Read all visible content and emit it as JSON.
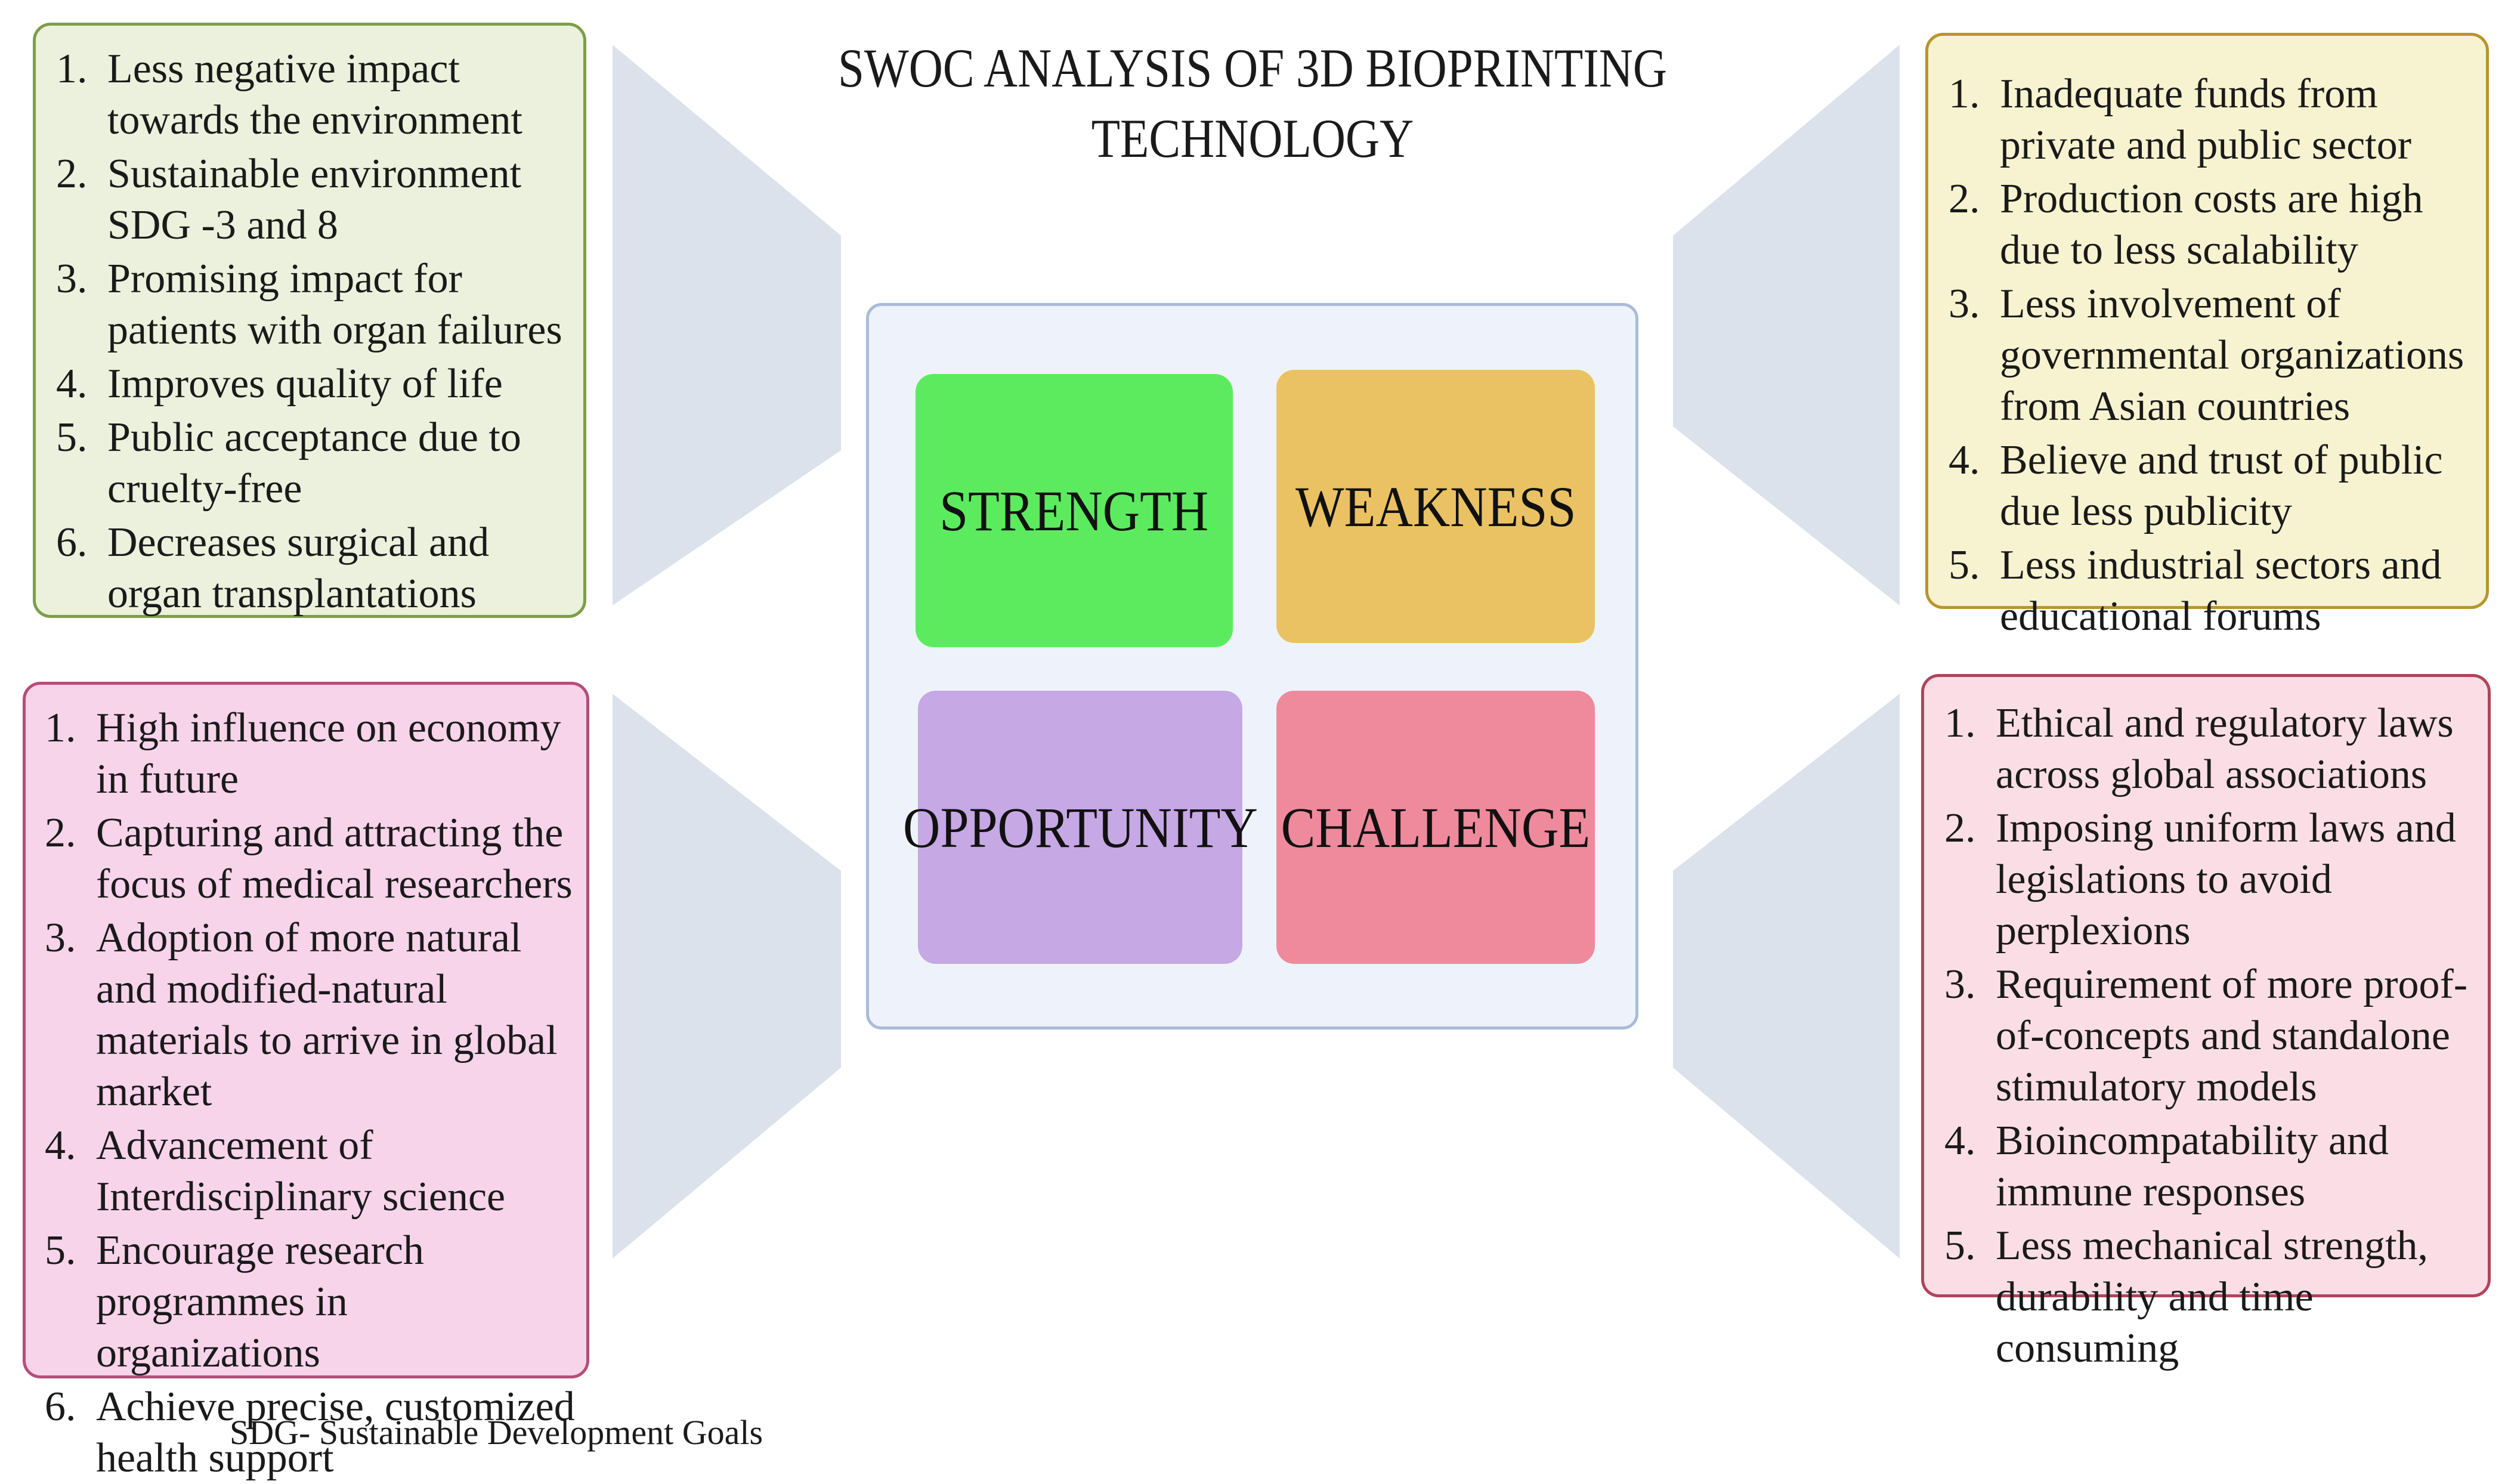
{
  "title": {
    "line1": "SWOC ANALYSIS OF 3D BIOPRINTING",
    "line2": "TECHNOLOGY"
  },
  "quadrants": {
    "strength": "STRENGTH",
    "weakness": "WEAKNESS",
    "opportunity": "OPPORTUNITY",
    "challenge": "CHALLENGE"
  },
  "strengths": [
    "Less negative impact towards the environment",
    "Sustainable environment SDG -3 and 8",
    "Promising impact for patients with organ failures",
    "Improves quality of life",
    "Public acceptance due to cruelty-free",
    "Decreases surgical and organ transplantations"
  ],
  "weaknesses": [
    "Inadequate funds from private and public sector",
    "Production costs are high due to less scalability",
    "Less involvement of governmental organizations from Asian countries",
    "Believe and trust of public due less publicity",
    "Less industrial sectors and educational forums"
  ],
  "opportunities": [
    "High influence on economy in future",
    "Capturing and attracting the focus of medical researchers",
    "Adoption of more natural and modified-natural materials to arrive in global market",
    "Advancement of Interdisciplinary science",
    "Encourage research programmes in organizations",
    "Achieve precise, customized health support"
  ],
  "challenges": [
    "Ethical and regulatory laws across global associations",
    "Imposing uniform laws and legislations to avoid perplexions",
    "Requirement of more proof-of-concepts and standalone stimulatory models",
    "Bioincompatability and immune responses",
    "Less mechanical strength, durability and time consuming"
  ],
  "footnote": "SDG- Sustainable Development Goals",
  "colors": {
    "strength_tile": "#5ceb5e",
    "weakness_tile": "#ebc263",
    "opportunity_tile": "#c6a8e4",
    "challenge_tile": "#ee8a9c",
    "strength_panel": "#ebf1dc",
    "weakness_panel": "#f7f3d0",
    "opportunity_panel": "#f7d4ea",
    "challenge_panel": "#fbdee5",
    "connector": "#dce2ec"
  }
}
